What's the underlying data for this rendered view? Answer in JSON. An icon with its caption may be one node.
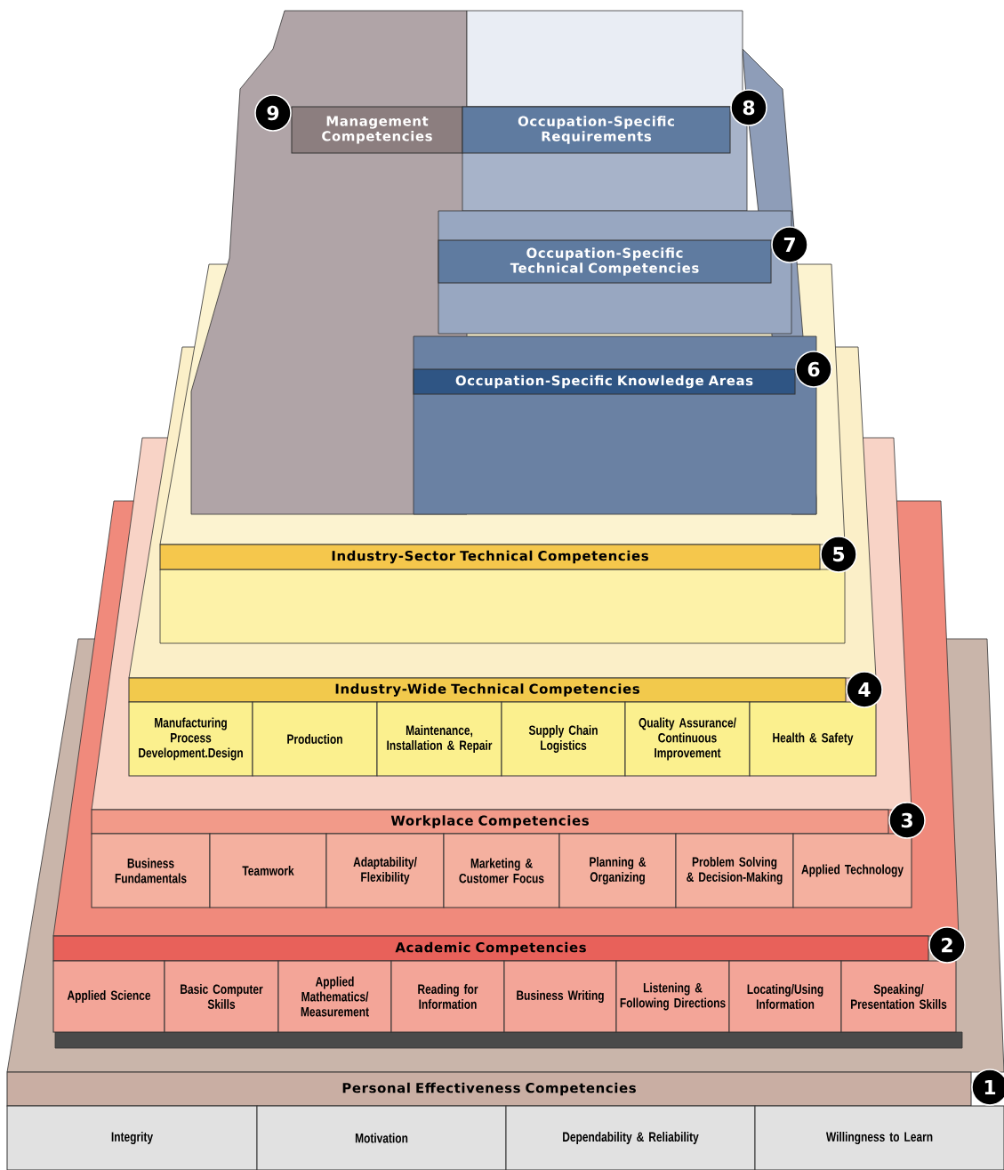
{
  "diagram": {
    "nodes": [
      {
        "text": [
          "9"
        ]
      },
      {
        "text": [
          "Management Competencies"
        ]
      },
      {
        "text": [
          "Occupation-Specific Requirements"
        ]
      },
      {
        "text": [
          "8"
        ]
      },
      {
        "text": [
          "Occupation-Specific Technical Competencies"
        ]
      },
      {
        "text": [
          "7"
        ]
      },
      {
        "text": [
          "Occupation-Specific Knowledge Areas"
        ]
      },
      {
        "text": [
          "6"
        ]
      },
      {
        "text": [
          "Industry-Sector Technical Competencies"
        ]
      },
      {
        "text": [
          "5"
        ]
      },
      {
        "text": [
          "Industry-Wide Technical Competencies"
        ]
      },
      {
        "text": [
          "4"
        ]
      },
      {
        "text": [
          "Manufacturing Process Development.Design"
        ]
      },
      {
        "text": [
          "Production"
        ]
      },
      {
        "text": [
          "Maintenance, Installation & Repair"
        ]
      },
      {
        "text": [
          "Supply Chain Logistics"
        ]
      },
      {
        "text": [
          "Quality Assurance/ Continuous Improvement"
        ]
      },
      {
        "text": [
          "Health & Safety"
        ]
      },
      {
        "text": [
          "Workplace Competencies"
        ]
      },
      {
        "text": [
          "3"
        ]
      },
      {
        "text": [
          "Business Fundamentals"
        ]
      },
      {
        "text": [
          "Teamwork"
        ]
      },
      {
        "text": [
          "Adaptability/ Flexibility"
        ]
      },
      {
        "text": [
          "Marketing & Customer Focus"
        ]
      },
      {
        "text": [
          "Planning & Organizing"
        ]
      },
      {
        "text": [
          "Problem Solving & Decision-Making"
        ]
      },
      {
        "text": [
          "Applied Technology"
        ]
      },
      {
        "text": [
          "Academic Competencies"
        ]
      },
      {
        "text": [
          "2"
        ]
      },
      {
        "text": [
          "Applied Science"
        ]
      },
      {
        "text": [
          "Basic Computer Skills"
        ]
      },
      {
        "text": [
          "Applied Mathematics/ Measurement"
        ]
      },
      {
        "text": [
          "Reading for Information"
        ]
      },
      {
        "text": [
          "Business Writing"
        ]
      },
      {
        "text": [
          "Listening & Following Directions"
        ]
      },
      {
        "text": [
          "Locating/Using Information"
        ]
      },
      {
        "text": [
          "Speaking/ Presentation Skills"
        ]
      },
      {
        "text": [
          "Personal Effectiveness Competencies"
        ]
      },
      {
        "text": [
          "1"
        ]
      },
      {
        "text": [
          "Integrity"
        ]
      },
      {
        "text": [
          "Motivation"
        ]
      },
      {
        "text": [
          "Dependability & Reliability"
        ]
      },
      {
        "text": [
          "Willingness to Learn"
        ]
      }
    ]
  }
}
